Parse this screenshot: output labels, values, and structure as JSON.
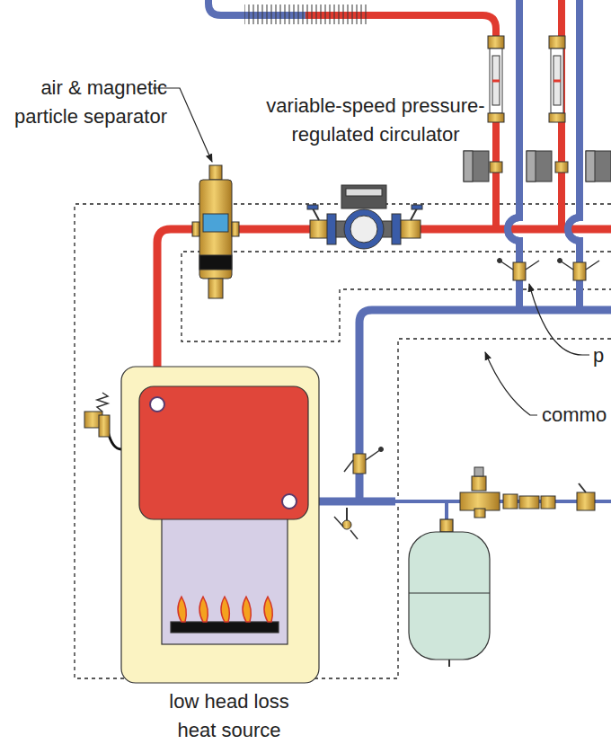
{
  "diagram": {
    "nodes": [
      {
        "text": [
          "low head loss heat source"
        ]
      }
    ],
    "labels": [
      "air & magnetic particle separator",
      "variable-speed pressure-regulated circulator",
      "p",
      "commo"
    ]
  }
}
